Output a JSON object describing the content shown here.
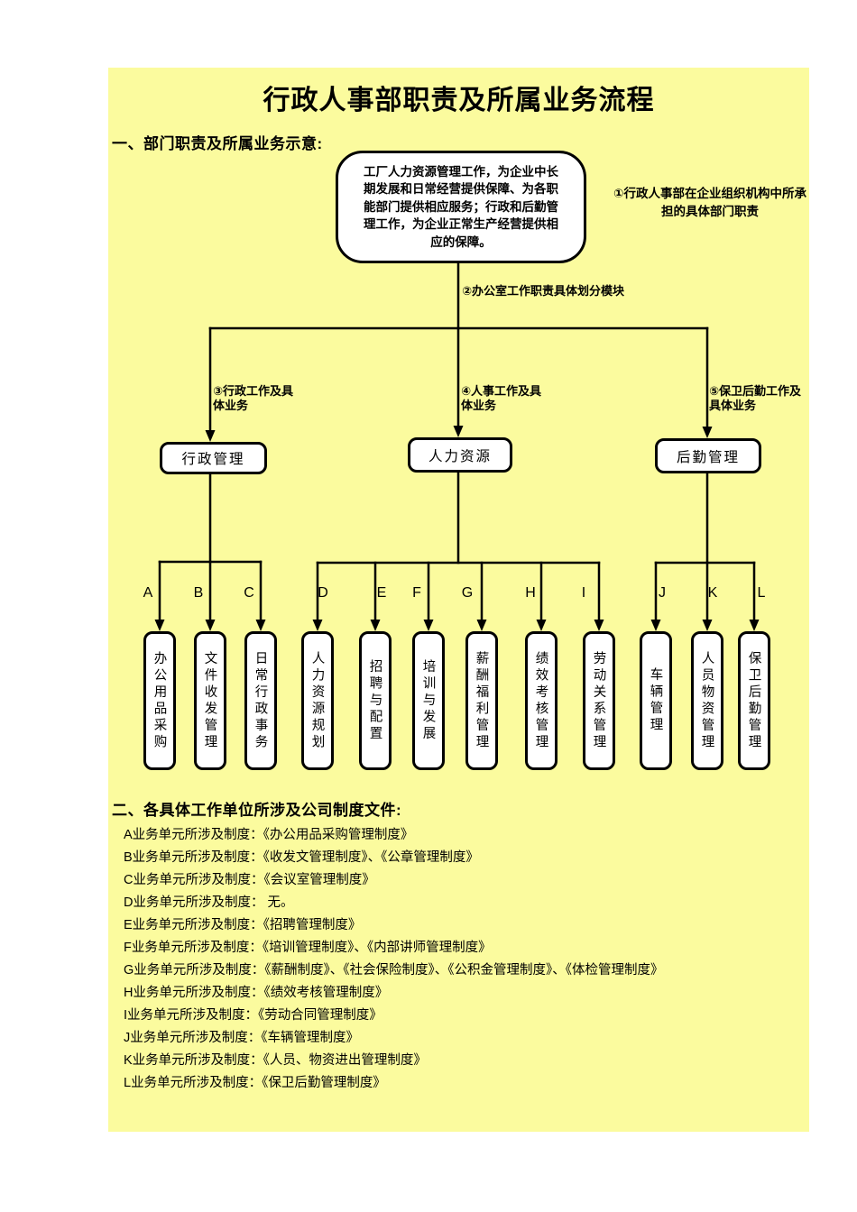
{
  "document": {
    "title": "行政人事部职责及所属业务流程",
    "section1_heading": "一、部门职责及所属业务示意:",
    "mission_box": {
      "lines": [
        "工厂人力资源管理工作，为企业中长",
        "期发展和日常经营提供保障、为各职",
        "能部门提供相应服务；行政和后勤管",
        "理工作，为企业正常生产经营提供相",
        "应的保障。"
      ]
    },
    "annotations": {
      "n1": {
        "line1": "①行政人事部在企业组织机构中所承",
        "line2": "担的具体部门职责"
      },
      "n2": "②办公室工作职责具体划分模块",
      "n3": {
        "line1": "③行政工作及具",
        "line2": "体业务"
      },
      "n4": {
        "line1": "④人事工作及具",
        "line2": "体业务"
      },
      "n5": {
        "line1": "⑤保卫后勤工作及",
        "line2": "具体业务"
      }
    },
    "branches": [
      {
        "label": "行政管理"
      },
      {
        "label": "人力资源"
      },
      {
        "label": "后勤管理"
      }
    ],
    "units": [
      {
        "letter": "A",
        "label": "办公用品采购"
      },
      {
        "letter": "B",
        "label": "文件收发管理"
      },
      {
        "letter": "C",
        "label": "日常行政事务"
      },
      {
        "letter": "D",
        "label": "人力资源规划"
      },
      {
        "letter": "E",
        "label": "招聘与配置"
      },
      {
        "letter": "F",
        "label": "培训与发展"
      },
      {
        "letter": "G",
        "label": "薪酬福利管理"
      },
      {
        "letter": "H",
        "label": "绩效考核管理"
      },
      {
        "letter": "I",
        "label": "劳动关系管理"
      },
      {
        "letter": "J",
        "label": "车辆管理"
      },
      {
        "letter": "K",
        "label": "人员物资管理"
      },
      {
        "letter": "L",
        "label": "保卫后勤管理"
      }
    ],
    "section2_heading": "二、各具体工作单位所涉及公司制度文件:",
    "policy_items": [
      "A业务单元所涉及制度：《办公用品采购管理制度》",
      "B业务单元所涉及制度：《收发文管理制度》、《公章管理制度》",
      "C业务单元所涉及制度：《会议室管理制度》",
      "D业务单元所涉及制度： 无。",
      "E业务单元所涉及制度：《招聘管理制度》",
      "F业务单元所涉及制度：《培训管理制度》、《内部讲师管理制度》",
      "G业务单元所涉及制度：《薪酬制度》、《社会保险制度》、《公积金管理制度》、《体检管理制度》",
      "H业务单元所涉及制度：《绩效考核管理制度》",
      "I业务单元所涉及制度：《劳动合同管理制度》",
      "J业务单元所涉及制度：《车辆管理制度》",
      "K业务单元所涉及制度：《人员、物资进出管理制度》",
      "L业务单元所涉及制度：《保卫后勤管理制度》"
    ],
    "colors": {
      "page_bg": "#FBFB9E",
      "box_bg": "#FFFFFF",
      "line": "#000000"
    }
  }
}
